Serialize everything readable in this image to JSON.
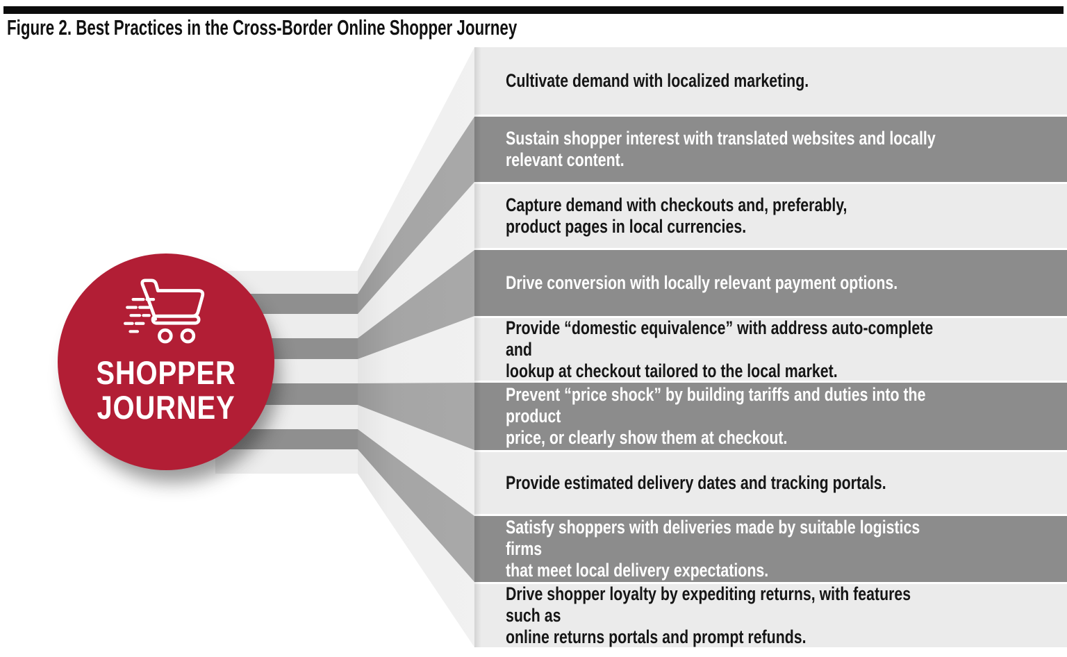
{
  "header": {
    "title": "Figure 2. Best Practices in the Cross-Border Online Shopper Journey"
  },
  "hub": {
    "icon": "shopping-cart-icon",
    "label_line1": "SHOPPER",
    "label_line2": "JOURNEY"
  },
  "steps": [
    {
      "tone": "light",
      "text": "Cultivate demand with localized marketing."
    },
    {
      "tone": "dark",
      "text": "Sustain shopper interest with translated websites and locally\nrelevant content."
    },
    {
      "tone": "light",
      "text": "Capture demand with checkouts and, preferably,\nproduct pages in local currencies."
    },
    {
      "tone": "dark",
      "text": "Drive conversion with locally relevant payment options."
    },
    {
      "tone": "light",
      "text": "Provide “domestic equivalence” with address auto-complete and\nlookup at checkout tailored to the local market."
    },
    {
      "tone": "dark",
      "text": "Prevent “price shock” by building tariffs and duties into the product\nprice, or clearly show them at checkout."
    },
    {
      "tone": "light",
      "text": "Provide estimated delivery dates and tracking portals."
    },
    {
      "tone": "dark",
      "text": "Satisfy shoppers with deliveries made by suitable logistics firms\nthat meet local delivery expectations."
    },
    {
      "tone": "light",
      "text": "Drive shopper loyalty by expediting returns, with features such as\nonline returns portals and prompt refunds."
    }
  ],
  "colors": {
    "accent_red": "#b21e35",
    "band_dark": "#8c8c8c",
    "band_light": "#ebebeb",
    "rule_black": "#0c0c0c",
    "text_on_dark": "#ffffff",
    "text_on_light": "#151515"
  }
}
